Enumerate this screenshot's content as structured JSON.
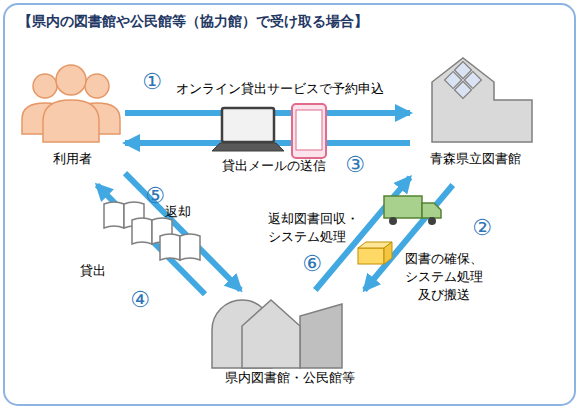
{
  "diagram": {
    "title": "【県内の図書館や公民館等（協力館）で受け取る場合】",
    "nodes": [
      {
        "text": [
          "利用者"
        ]
      },
      {
        "text": [
          "青森県立図書館"
        ]
      },
      {
        "text": [
          "県内図書館・公民館等"
        ]
      }
    ],
    "edges": [
      {
        "from": 0,
        "to": 1,
        "arrow": "to",
        "label": "オンライン貸出サービスで予約申込"
      },
      {
        "from": 1,
        "to": 2,
        "arrow": "to",
        "label": "図書の確保、 システム処理 及び搬送"
      },
      {
        "from": 1,
        "to": 0,
        "arrow": "to",
        "label": "貸出メールの送信"
      },
      {
        "from": 2,
        "to": 0,
        "arrow": "to",
        "label": "貸出"
      },
      {
        "from": 0,
        "to": 2,
        "arrow": "to",
        "label": "返却"
      },
      {
        "from": 2,
        "to": 1,
        "arrow": "to",
        "label": "返却図書回収・ システム処理"
      }
    ],
    "labels": [
      "①",
      "②",
      "③",
      "④",
      "⑤",
      "⑥"
    ]
  }
}
